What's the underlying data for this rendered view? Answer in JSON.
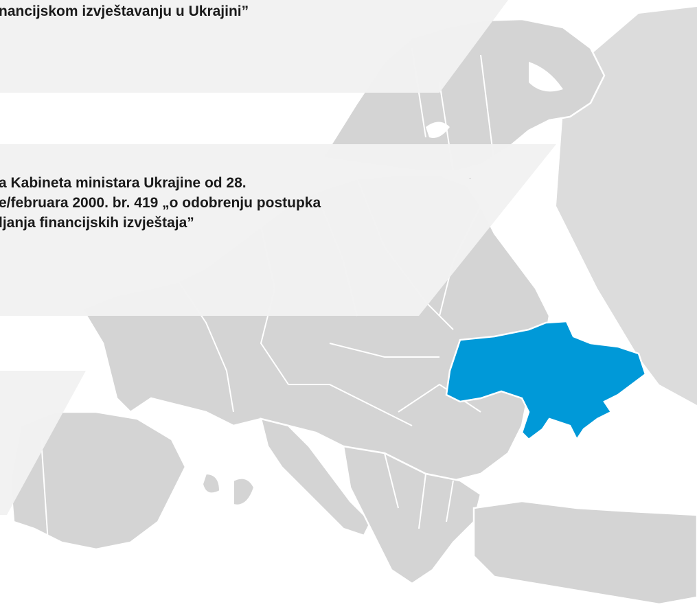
{
  "panels": [
    {
      "lines": [
        "nancijskom izvještavanju u Ukrajini”"
      ]
    },
    {
      "lines": [
        "a Kabineta ministara Ukrajine od 28.",
        "e/februara 2000. br. 419 „o odobrenju postupka",
        "ljanja financijskih izvještaja”"
      ]
    }
  ],
  "colors": {
    "land": "#d4d4d4",
    "land_far": "#dcdcdc",
    "border": "#ffffff",
    "highlight": "#0099d8",
    "panel": "#f2f2f2",
    "sea": "#ffffff",
    "text": "#1a1a1a"
  },
  "map": {
    "highlighted_country": "Ukraine"
  }
}
